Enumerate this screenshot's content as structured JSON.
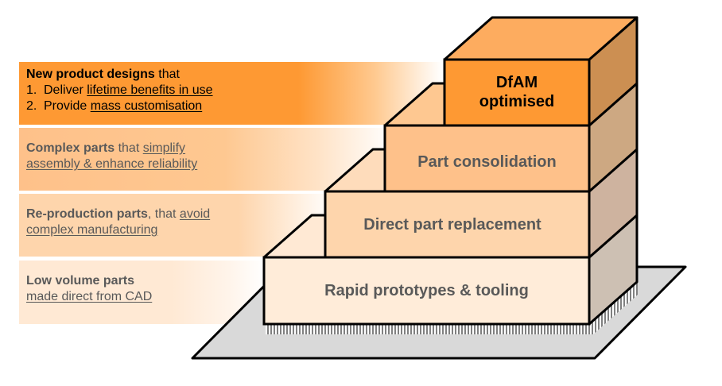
{
  "descriptions": [
    {
      "title": "New product designs",
      "after_title": " that",
      "items": [
        {
          "number": "1.",
          "lead": "Deliver ",
          "underlined": "lifetime benefits in use"
        },
        {
          "number": "2.",
          "lead": "Provide ",
          "underlined": "mass customisation"
        }
      ]
    },
    {
      "title": "Complex parts",
      "after_title": " that ",
      "underlined_line1": "simplify",
      "underlined_line2": "assembly & enhance reliability"
    },
    {
      "title": "Re-production parts",
      "after_title": ", that ",
      "underlined_line1": "avoid",
      "underlined_line2": "complex manufacturing"
    },
    {
      "title": "Low volume parts",
      "underlined_line2": "made direct from CAD"
    }
  ],
  "steps": [
    {
      "label_line1": "DfAM",
      "label_line2": "optimised",
      "front_color": "#fe9933",
      "top_color": "#fdac5f",
      "side_color": "#cc8f52"
    },
    {
      "label": "Part consolidation",
      "front_color": "#fec18a",
      "top_color": "#fec891",
      "side_color": "#cda882"
    },
    {
      "label": "Direct part replacement",
      "front_color": "#fed5ac",
      "top_color": "#fedcbb",
      "side_color": "#ceb39f"
    },
    {
      "label": "Rapid prototypes & tooling",
      "front_color": "#ffecd9",
      "top_color": "#ffe9d4",
      "side_color": "#cdc0b3"
    }
  ],
  "base_color": "#d9d9d9"
}
